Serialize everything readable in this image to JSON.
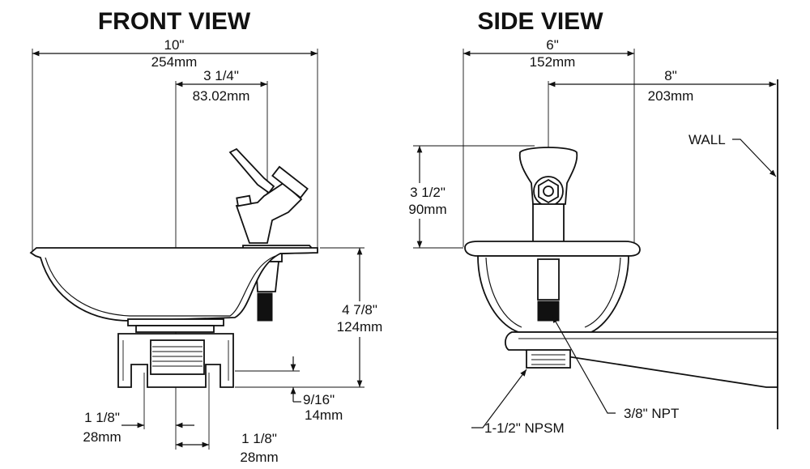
{
  "front_view": {
    "title": "FRONT VIEW",
    "width_in": "10\"",
    "width_mm": "254mm",
    "bubbler_offset_in": "3 1/4\"",
    "bubbler_offset_mm": "83.02mm",
    "bowl_height_in": "4 7/8\"",
    "bowl_height_mm": "124mm",
    "drain_offset_in": "9/16\"",
    "drain_offset_mm": "14mm",
    "left_offset_in": "1 1/8\"",
    "left_offset_mm": "28mm",
    "right_offset_in": "1 1/8\"",
    "right_offset_mm": "28mm"
  },
  "side_view": {
    "title": "SIDE VIEW",
    "width_in": "6\"",
    "width_mm": "152mm",
    "wall_offset_in": "8\"",
    "wall_offset_mm": "203mm",
    "bubbler_height_in": "3 1/2\"",
    "bubbler_height_mm": "90mm",
    "wall_label": "WALL",
    "npsm_label": "1-1/2\" NPSM",
    "npt_label": "3/8\" NPT"
  }
}
